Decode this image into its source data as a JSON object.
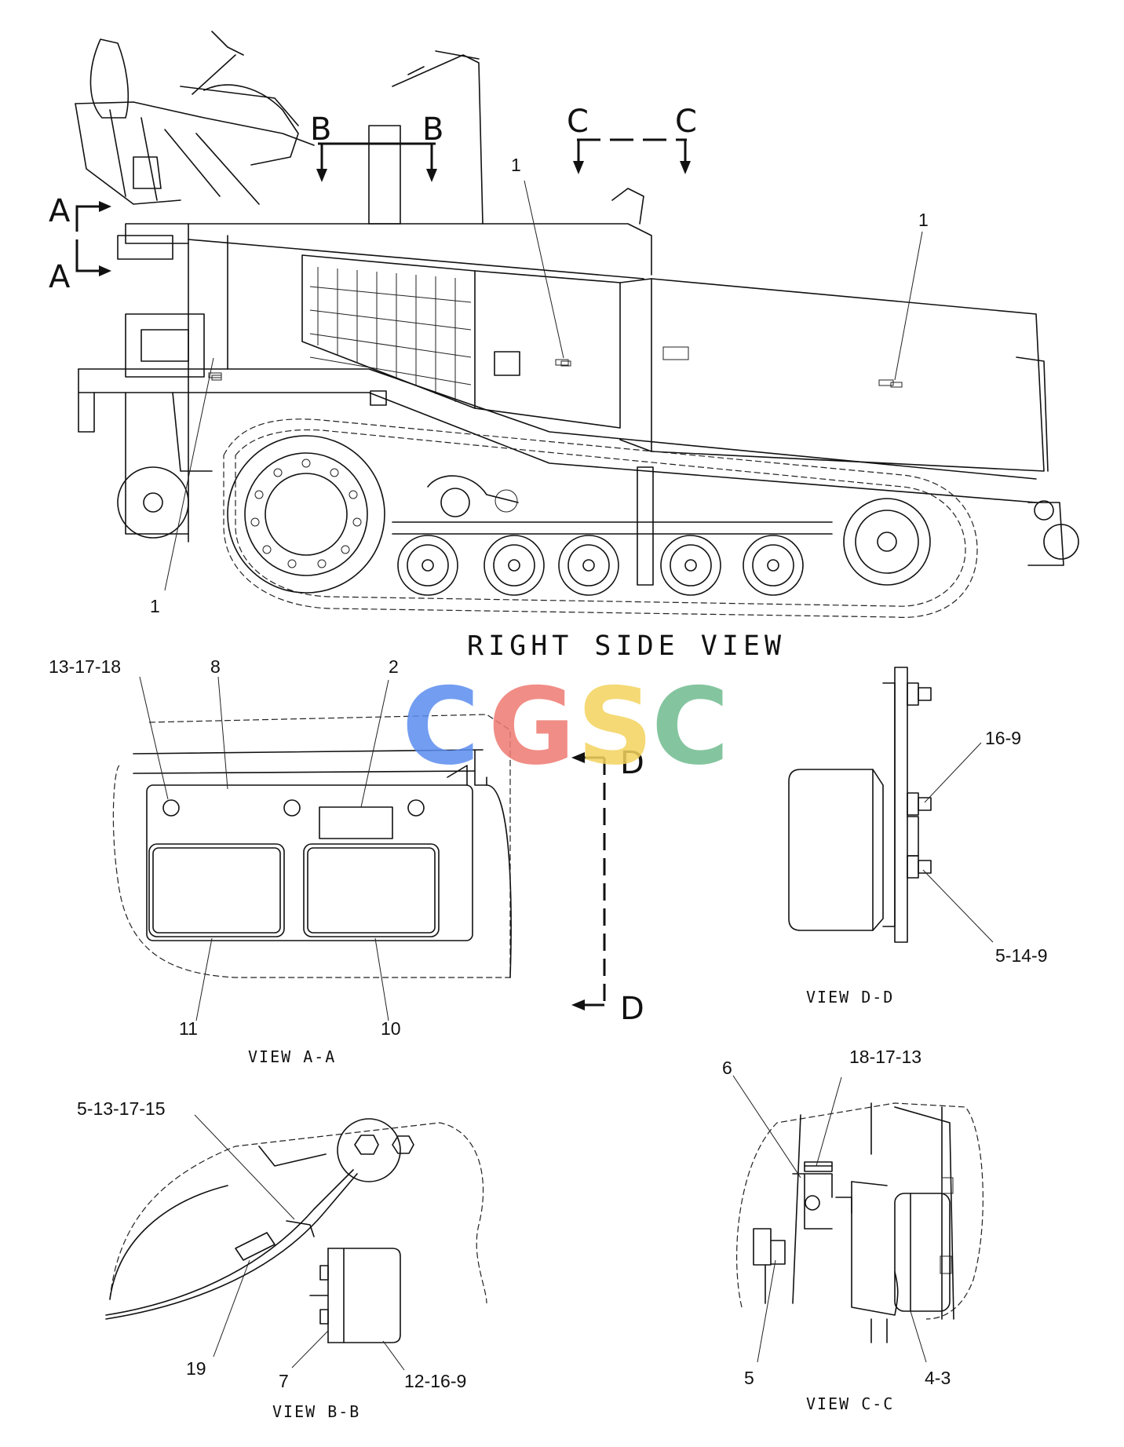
{
  "watermark": {
    "letters": [
      "C",
      "G",
      "S",
      "C"
    ],
    "colors": [
      "#5b8def",
      "#ee7a72",
      "#f4d35e",
      "#6fbb8f"
    ]
  },
  "section_markers": {
    "a": "A",
    "b": "B",
    "c": "C",
    "d": "D"
  },
  "captions": {
    "right_side_view": "RIGHT SIDE VIEW",
    "view_aa": "VIEW A-A",
    "view_dd": "VIEW D-D",
    "view_bb": "VIEW B-B",
    "view_cc": "VIEW C-C"
  },
  "callouts": {
    "rsv_left": "1",
    "rsv_center": "1",
    "rsv_right": "1",
    "aa_13_17_18": "13-17-18",
    "aa_8": "8",
    "aa_2": "2",
    "aa_11": "11",
    "aa_10": "10",
    "dd_16_9": "16-9",
    "dd_5_14_9": "5-14-9",
    "bb_5_13_17_15": "5-13-17-15",
    "bb_19": "19",
    "bb_7": "7",
    "bb_12_16_9": "12-16-9",
    "cc_6": "6",
    "cc_18_17_13": "18-17-13",
    "cc_5": "5",
    "cc_4_3": "4-3"
  }
}
